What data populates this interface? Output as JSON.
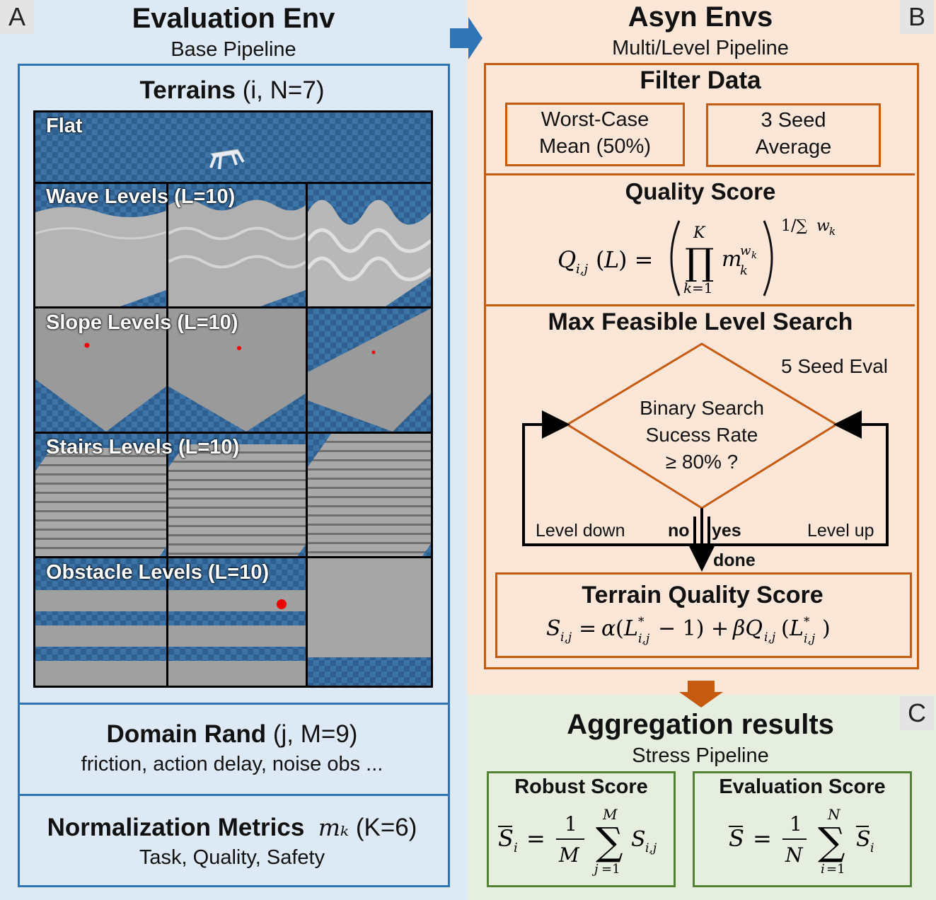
{
  "panel_a": {
    "tag": "A",
    "title": "Evaluation Env",
    "subtitle": "Base Pipeline",
    "terrains": {
      "title_bold": "Terrains",
      "title_rest": " (i, N=7)",
      "rows": [
        {
          "label": "Flat"
        },
        {
          "label": "Wave Levels (L=10)"
        },
        {
          "label": "Slope Levels (L=10)"
        },
        {
          "label": "Stairs Levels (L=10)"
        },
        {
          "label": "Obstacle Levels (L=10)"
        }
      ]
    },
    "domain_rand": {
      "title_bold": "Domain Rand",
      "title_rest": " (j, M=9)",
      "detail": "friction, action delay, noise obs ..."
    },
    "metrics": {
      "title_bold": "Normalization Metrics",
      "symbol": "mₖ",
      "title_rest": " (K=6)",
      "detail": "Task, Quality, Safety"
    }
  },
  "panel_b": {
    "tag": "B",
    "title": "Asyn Envs",
    "subtitle": "Multi/Level Pipeline",
    "filter": {
      "title": "Filter Data",
      "box1_line1": "Worst-Case",
      "box1_line2": "Mean (50%)",
      "box2_line1": "3 Seed",
      "box2_line2": "Average"
    },
    "quality": {
      "title": "Quality Score",
      "formula": "Qᵢ,ⱼ(L) = ( ∏ₖ₌₁ᴷ mₖ^wₖ )^(1/∑wₖ)"
    },
    "search": {
      "title": "Max Feasible Level Search",
      "seed_eval": "5 Seed Eval",
      "diamond_line1": "Binary Search",
      "diamond_line2": "Sucess Rate",
      "diamond_line3": "≥ 80% ?",
      "level_down": "Level down",
      "no": "no",
      "yes": "yes",
      "level_up": "Level up",
      "done": "done"
    },
    "terrain_quality": {
      "title": "Terrain Quality Score",
      "formula": "Sᵢ,ⱼ = α(L*ᵢ,ⱼ − 1) + βQᵢ,ⱼ(L*ᵢ,ⱼ)"
    }
  },
  "panel_c": {
    "tag": "C",
    "title": "Aggregation results",
    "subtitle": "Stress Pipeline",
    "robust": {
      "title": "Robust Score",
      "formula": "S̄ᵢ = (1/M) ∑ⱼ₌₁ᴹ Sᵢ,ⱼ"
    },
    "evaluation": {
      "title": "Evaluation Score",
      "formula": "S̄ = (1/N) ∑ᵢ₌₁ᴺ S̄ᵢ"
    }
  },
  "colors": {
    "blue_panel": "#dde9f5",
    "blue_border": "#2f75b5",
    "orange_panel": "#fce6d8",
    "orange_border": "#c55a11",
    "green_panel": "#e6efdf",
    "green_border": "#548235"
  }
}
